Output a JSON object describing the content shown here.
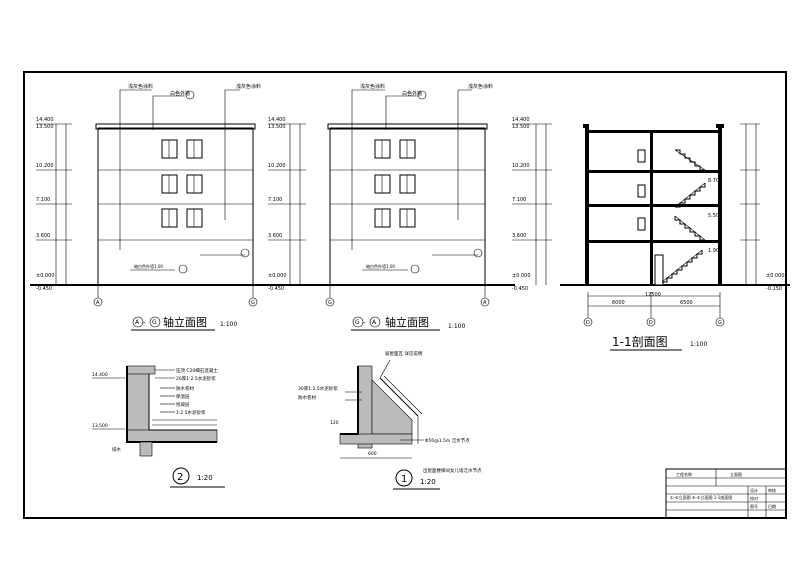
{
  "views": {
    "elev1": {
      "title_left_axis": "A",
      "title_right_axis": "G",
      "title_text": "轴立面图",
      "scale": "1:100",
      "note_left": "浅灰色涂料",
      "note_right": "浅灰色涂料",
      "note_top": "白色外墙",
      "note_base": "暗白色外墙1.00",
      "levels": [
        "14.400",
        "13.500",
        "10.200",
        "7.100",
        "3.600",
        "±0.000",
        "-0.450"
      ],
      "axis_left": "A",
      "axis_right": "G"
    },
    "elev2": {
      "title_left_axis": "G",
      "title_right_axis": "A",
      "title_text": "轴立面图",
      "scale": "1:100",
      "note_left": "浅灰色涂料",
      "note_right": "浅灰色涂料",
      "note_top": "白色外墙",
      "note_base": "暗白色外墙1.00",
      "levels": [
        "14.400",
        "13.500",
        "10.200",
        "7.100",
        "3.600",
        "±0.000",
        "-0.450"
      ],
      "axis_left": "G",
      "axis_right": "A"
    },
    "section": {
      "title": "1-1剖面图",
      "scale": "1:100",
      "levels_left": [
        "14.400",
        "13.500",
        "10.200",
        "7.100",
        "3.600",
        "±0.000",
        "-0.450"
      ],
      "levels_right": [
        "±0.000",
        "-0.150"
      ],
      "landing_levels": [
        "8.700",
        "5.500",
        "1.900"
      ],
      "dim_left": "6000",
      "dim_right": "6500",
      "dim_total": "12500",
      "axes": [
        "D",
        "D",
        "G"
      ]
    },
    "detail2": {
      "number": "2",
      "scale": "1:20",
      "levels": [
        "14.400",
        "13.500"
      ],
      "layers": [
        "压顶 C20细石混凝土",
        "20厚1:2.5水泥砂浆",
        "防水卷材",
        "保温层",
        "找坡层",
        "1:2.5水泥砂浆"
      ],
      "label_drain": "排水"
    },
    "detail1": {
      "number": "1",
      "scale": "1:20",
      "callout": "出屋面楼梯间女儿墙泛水节点",
      "layers": [
        "坡屋面瓦 详见说明",
        "30厚1:2.5水泥砂浆",
        "防水卷材",
        "Φ50@1.5m 泛水节点"
      ],
      "dim": "600",
      "dim_small": "120"
    }
  },
  "title_block": {
    "project": "工程名称",
    "drawing": "立面图",
    "sheet": "①-⑥立面图  ⑥-①立面图  1-1剖面图",
    "fields": [
      "设计",
      "校对",
      "审核",
      "图号",
      "日期"
    ]
  }
}
